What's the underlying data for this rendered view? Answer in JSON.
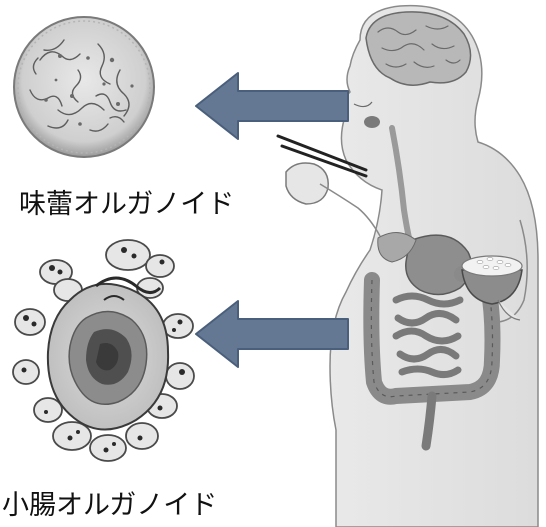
{
  "labels": {
    "taste_bud_organoid": "味蕾オルガノイド",
    "small_intestine_organoid": "小腸オルガノイド"
  },
  "icons": {
    "top_left": "taste-bud-organoid-illustration",
    "bottom_left": "small-intestine-organoid-illustration",
    "right": "human-body-digestive-system-illustration",
    "arrows": "left-arrow"
  },
  "colors": {
    "arrow_fill": "#647893",
    "arrow_stroke": "#4a5f7b",
    "illustration_gray": "#9a9a9a",
    "background": "#ffffff"
  }
}
